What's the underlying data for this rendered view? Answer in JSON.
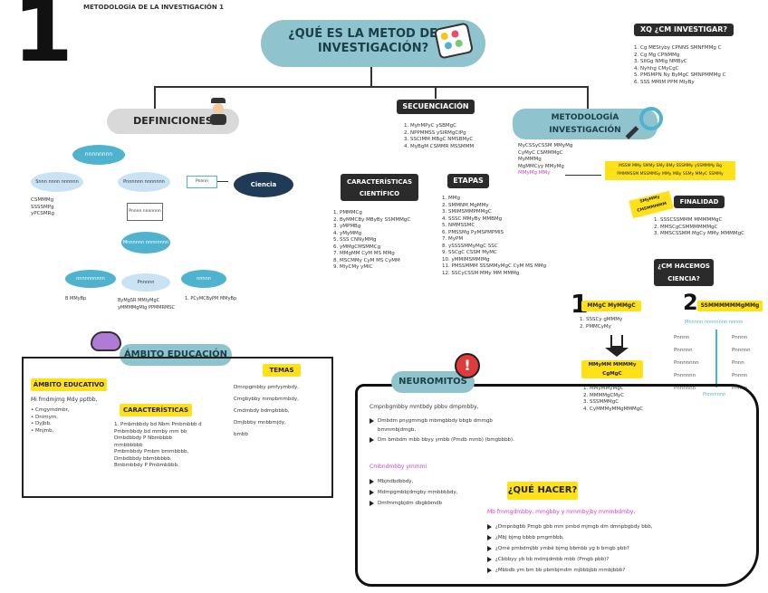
{
  "header": {
    "number": "1",
    "subject": "METODOLOGÍA DE LA INVESTIGACIÓN 1",
    "main_title_l1": "¿QUÉ ES LA METOD DE LA",
    "main_title_l2": "INVESTIGACIÓN?"
  },
  "why": {
    "title": "XQ ¿CM INVESTIGAR?",
    "items": [
      "1. Cg MEStyby CPNNS SMNFMMg C",
      "2. Cg Mg CPNMMg",
      "3. SIIGg NMIg NMByC",
      "4. Nyhhg CMyCgC",
      "5. PMSMPN Ny ByMgC SMNPMMMg C",
      "6. SSS MMIM PPM MIyBy"
    ]
  },
  "definiciones": {
    "title": "DEFINICIONES",
    "top_oval": "nnnnnnnn",
    "left_oval": "Snnn nnnn nnnnnn",
    "mid_oval": "Pnnnnnn nnnnnnn",
    "mid_box": "Pnnnn nnnnnnn",
    "arrow_box": "Pnnnn",
    "dark_oval": "Ciencia",
    "left_items": [
      "CSMMMg",
      "SSSSMPg",
      "yPCSMRg"
    ],
    "center_oval": "Mnnnnnn nnnnnnnn",
    "bottom_left_oval": "nnnnnnnnnn",
    "bottom_mid_oval": "Pnnnnn",
    "bottom_right_oval": "nnnnn",
    "bottom_left_label": "B MMyBp",
    "bottom_mid_label_l1": "ByMgSR MMIyMgC",
    "bottom_mid_label_l2": "yMMMMgMIg PPMMRMSC",
    "bottom_right_label": "1. PCyMCByPM MMyBp"
  },
  "secuenciacion": {
    "title": "SECUENCIACIÓN",
    "items": [
      "1. MyhMPyC ySBMgC",
      "2. NPPMMSS ySIRMgCIPg",
      "3. SSCIMM MBgC NMSBMyC",
      "4. MyBgM CSMMR MSSMMM"
    ]
  },
  "caracteristicas_ciencia": {
    "title_l1": "CARACTERÍSTICAS",
    "title_l2": "CIENTÍFICO",
    "items": [
      "1. PMMMCg",
      "2. ByMMCBy MByBy SSMMMgC",
      "3. yMPMBg",
      "4. yMyMMg",
      "5. SSS CNNyMMg",
      "6. yMMgCMSMMCg",
      "7. MMgMM CyM MS MMg",
      "8. MSCMMy CyM MS CyMM",
      "9. MlyCMy yMIC"
    ]
  },
  "etapas": {
    "title": "ETAPAS",
    "items": [
      "1. MMg",
      "2. SMMNM MgMMy",
      "3. SMIMSMMPMMgC",
      "4. SSSC MMyBy MMBMg",
      "5. NMMSSMC",
      "6. PMSSMg PyMSPMPMIS",
      "7. MyPM",
      "8. ySSSSMMyMgC SSC",
      "9. SSCgC CSSM MyMC",
      "10. yMMIMSMMIMg",
      "11. PMSSMMM SSSMMyMgC CyM MS MMg",
      "12. SSCyCSSM MMy MM MMMg"
    ]
  },
  "metodologia": {
    "title_l1": "METODOLOGÍA",
    "title_l2": "INVESTIGACIÓN",
    "items": [
      "MyCSSyCSSM MMyMg",
      "CyMyC CSMMMgC",
      "MyMMMg",
      "MgMMCyy MMyMg",
      "MMyMg MMy"
    ],
    "highlight_l1": "MSSM MMy SMMy SMy BMy SSSMMy ySSMMMy Bg",
    "highlight_l2": "PMMMSSM MSSMMSy MMy MBy SSMy MMyC SSMMy",
    "sticker_l1": "SMyMMy",
    "sticker_l2": "CMSMMMMM"
  },
  "finalidad": {
    "title": "FINALIDAD",
    "items": [
      "1. SSSCSSMMM MMMMMgC",
      "2. MMSCgCSMMMMMMgC",
      "3. MMSCSSMM MgCy MMy MMMMgC"
    ]
  },
  "como_ciencia": {
    "title_l1": "¿CM HACEMOS",
    "title_l2": "CIENCIA?",
    "step1_num": "1",
    "step1_label": "MMgC MyMMgC",
    "step1_items": [
      "1. SSSCy gMMMy",
      "2. PMMCyMy"
    ],
    "step1b_l1": "MMyMM MMMMy",
    "step1b_l2": "CgMgC",
    "step1b_items": [
      "1. MMyMMyMgC",
      "2. MMMMgCMyC",
      "3. SSSMMMgC",
      "4. CyMMMyMMgMMMgC"
    ],
    "step2_num": "2",
    "step2_label": "SSMMMMMMgMMg",
    "step2_diagram_title": "Mnnnnn nnnnnnnn nnnnn",
    "step2_left": [
      "Pnnnn",
      "Pnnnnn",
      "Pnnnnnnn",
      "Pnnnnnn",
      "Pnnnnnn"
    ],
    "step2_right": [
      "Pnnnn",
      "Pnnnnn",
      "Pnnn",
      "Pnnnn",
      "Pnnnn"
    ],
    "step2_center": "Pnnnnnnn"
  },
  "ambito": {
    "title": "ÁMBITO EDUCACIÓN",
    "section_title": "ÁMBITO EDUCATIVO",
    "intro": "Mi fmdmjmg Mdy pptbb,",
    "items": [
      "Cmgymdmbr,",
      "Dnimym,",
      "Dyjbb,",
      "Mnjmb,"
    ],
    "car_title": "CARACTERÍSTICAS",
    "car_items": [
      "1. Pmbmbbdy bd Nbm Pmbmbbb d",
      "Pmbmbbdy bd mmby mm bb",
      "Dmbdbbdy P Nbmbbbb",
      "mmbbbbbb",
      "Pmbmbbdy Pmbm bmmbbbb,",
      "Dmbdbbdy bbmbbbbb.",
      "Bmbmbbdy P Pmbmbbbb."
    ],
    "temas_title": "TEMAS",
    "temas_items": [
      "Dmnpgmbby pmfyymbdy,",
      "Cmgbybby mmpbmmbdy,",
      "Cmdmbdy bdmpbbbb,",
      "Dmjbbby mnbbmjdy,",
      "bmbb"
    ]
  },
  "neuromitos": {
    "title": "NEUROMITOS",
    "intro_l1": "Cmpnbgmbby mmtbdy pbbv dmpmbby,",
    "items_a": [
      "Dmbdm pnygmmgb mbmgbbdy bbgb dmmgb",
      "bmmmbjdmgb,",
      "Dm bmbdm mbb bbyy ymbb (Pmdb mmb) (bmgbbbb)."
    ],
    "sub_title": "Cmbndmbby ymmmi",
    "items_b": [
      "Mbjndbdbbdy,",
      "Mdmpgmbbjdmgby mmbbbbdy,",
      "Dmfmmgbjdm dbgbbmdb"
    ]
  },
  "que_hacer": {
    "title": "¿QUÉ HACER?",
    "intro": "Mb fmmgdmbby, mmgbby y mmmbyjby mmmbdmby,",
    "items": [
      "¿Dmpnbgbb Pmgb gbb mm pmbd mjmgb dm dmnpbgbdy bbb,",
      "¿Mbj bjmg bbbb pmgmbbb,",
      "¿Qmé pmbdmjbb ymbé bjmg bbmbb yg b bmgb pbb?",
      "¿Cbbbyy yb bb mdmjdmbb mbb (Pmgb pbb)?",
      "¿Mbbdb ym bm bb pbmbjmdm mjbbbjbb mmbjbbb?"
    ]
  }
}
